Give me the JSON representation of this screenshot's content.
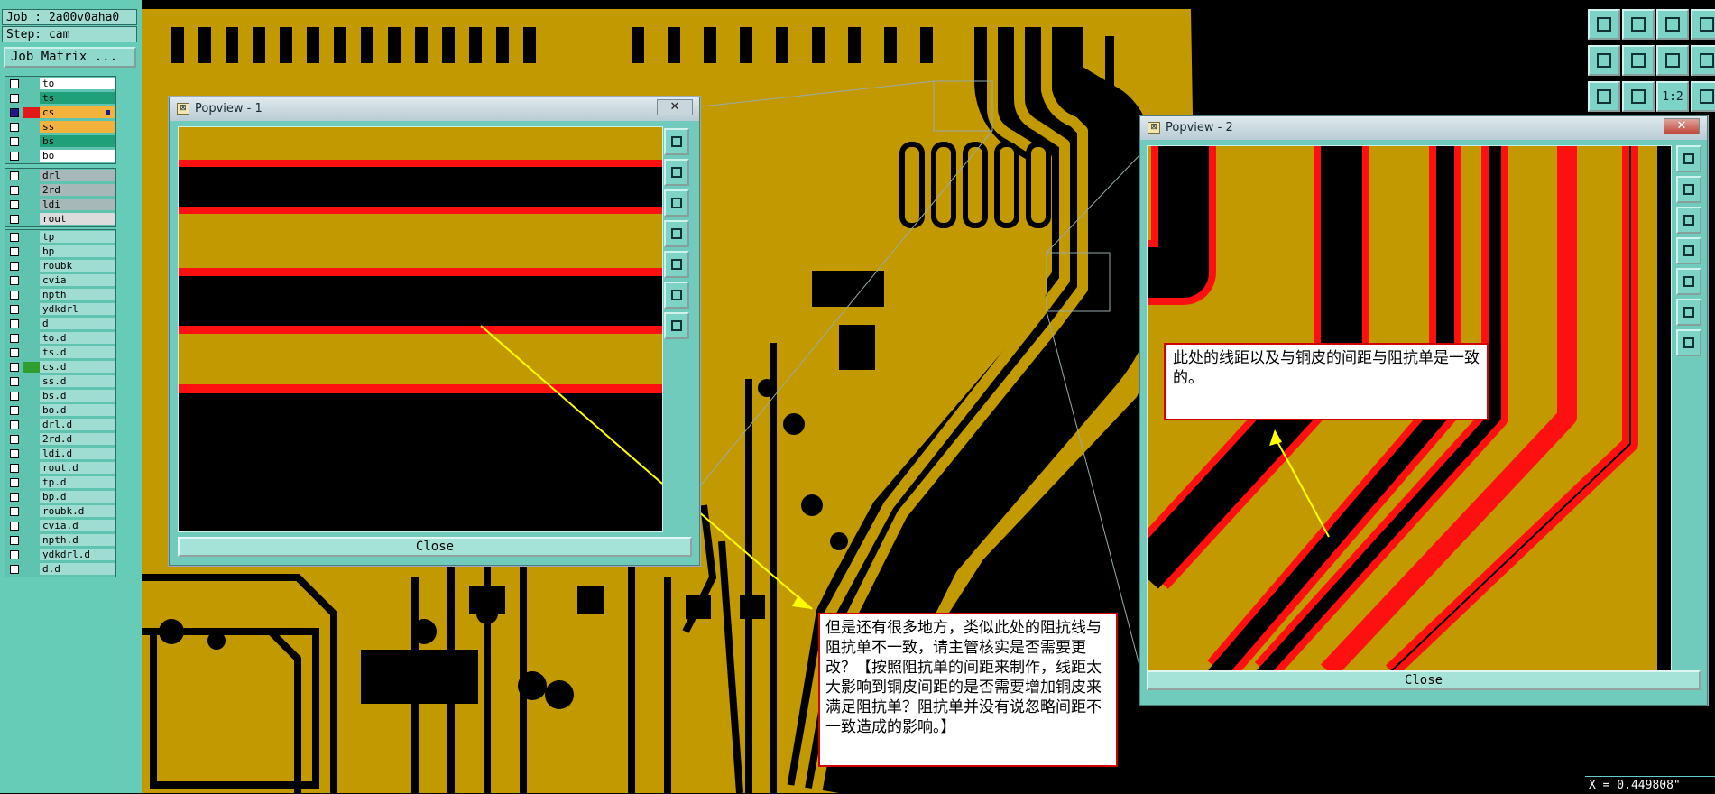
{
  "left_panel": {
    "job_label": "Job : 2a00v0aha0",
    "step_label": "Step: cam",
    "matrix_button": "Job Matrix ...",
    "layers": [
      {
        "name": "to",
        "style": "white",
        "checked": false
      },
      {
        "name": "ts",
        "style": "green",
        "checked": false
      },
      {
        "name": "cs",
        "style": "orange",
        "checked": true,
        "swatch": "#e11919",
        "mark": true
      },
      {
        "name": "ss",
        "style": "orange",
        "checked": false
      },
      {
        "name": "bs",
        "style": "green",
        "checked": false
      },
      {
        "name": "bo",
        "style": "white",
        "checked": false
      },
      {
        "name": "drl",
        "style": "gray",
        "checked": false
      },
      {
        "name": "2rd",
        "style": "gray",
        "checked": false
      },
      {
        "name": "ldi",
        "style": "gray",
        "checked": false
      },
      {
        "name": "rout",
        "style": "lgray",
        "checked": false
      },
      {
        "name": "tp",
        "style": "teal",
        "checked": false
      },
      {
        "name": "bp",
        "style": "teal",
        "checked": false
      },
      {
        "name": "roubk",
        "style": "teal",
        "checked": false
      },
      {
        "name": "cvia",
        "style": "teal",
        "checked": false
      },
      {
        "name": "npth",
        "style": "teal",
        "checked": false
      },
      {
        "name": "ydkdrl",
        "style": "teal",
        "checked": false
      },
      {
        "name": "d",
        "style": "teal",
        "checked": false
      },
      {
        "name": "to.d",
        "style": "teal",
        "checked": false
      },
      {
        "name": "ts.d",
        "style": "teal",
        "checked": false
      },
      {
        "name": "cs.d",
        "style": "teal",
        "checked": false,
        "swatch": "#2e9e2e"
      },
      {
        "name": "ss.d",
        "style": "teal",
        "checked": false
      },
      {
        "name": "bs.d",
        "style": "teal",
        "checked": false
      },
      {
        "name": "bo.d",
        "style": "teal",
        "checked": false
      },
      {
        "name": "drl.d",
        "style": "teal",
        "checked": false
      },
      {
        "name": "2rd.d",
        "style": "teal",
        "checked": false
      },
      {
        "name": "ldi.d",
        "style": "teal",
        "checked": false
      },
      {
        "name": "rout.d",
        "style": "teal",
        "checked": false
      },
      {
        "name": "tp.d",
        "style": "teal",
        "checked": false
      },
      {
        "name": "bp.d",
        "style": "teal",
        "checked": false
      },
      {
        "name": "roubk.d",
        "style": "teal",
        "checked": false
      },
      {
        "name": "cvia.d",
        "style": "teal",
        "checked": false
      },
      {
        "name": "npth.d",
        "style": "teal",
        "checked": false
      },
      {
        "name": "ydkdrl.d",
        "style": "teal",
        "checked": false
      },
      {
        "name": "d.d",
        "style": "teal",
        "checked": false
      }
    ]
  },
  "popview1": {
    "title": "Popview - 1",
    "close_x": "✕",
    "close_label": "Close"
  },
  "popview2": {
    "title": "Popview - 2",
    "close_x": "✕",
    "close_label": "Close"
  },
  "toolbar": {
    "ratio_label": "1:2"
  },
  "status": {
    "coordinate": "X = 0.449808\""
  },
  "annotations": {
    "note1": "此处的线距以及与铜皮的间距与阻抗单是一致的。",
    "note2": "但是还有很多地方，类似此处的阻抗线与阻抗单不一致，请主管核实是否需要更改？【按照阻抗单的间距来制作，线距太大影响到铜皮间距的是否需要增加铜皮来满足阻抗单？阻抗单并没有说忽略间距不一致造成的影响。】"
  },
  "colors": {
    "copper": "#c29a00",
    "trace_red": "#ff1010",
    "panel_teal": "#66ccb8"
  }
}
